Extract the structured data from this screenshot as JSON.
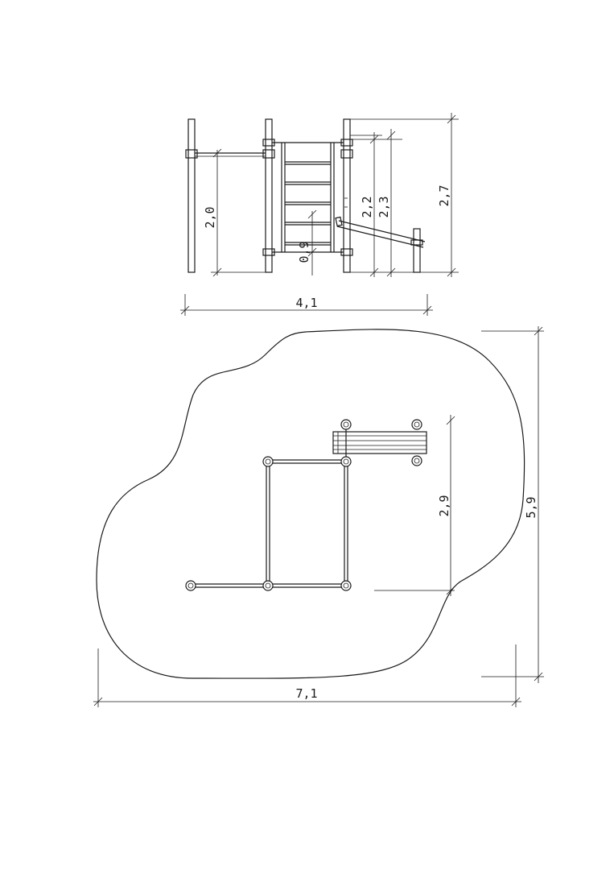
{
  "elevation": {
    "dimensions": {
      "total_width": "4,1",
      "bar_height": "2,0",
      "ladder_bottom": "0,9",
      "height_a": "2,2",
      "height_b": "2,3",
      "total_height": "2,7"
    }
  },
  "plan": {
    "dimensions": {
      "bench_span": "2,9",
      "area_height": "5,9",
      "area_width": "7,1"
    }
  },
  "colors": {
    "line": "#1a1a1a",
    "background": "#ffffff"
  }
}
